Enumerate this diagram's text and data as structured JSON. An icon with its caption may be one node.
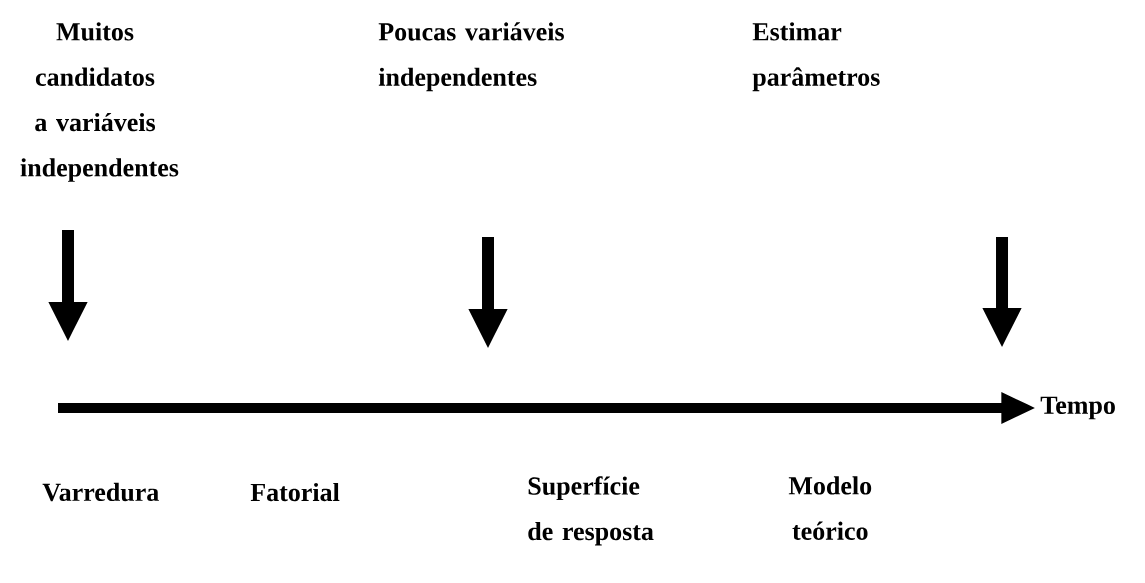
{
  "diagram": {
    "labels": [
      "Muitos candidatos a variáveis independentes",
      "Poucas variáveis independentes",
      "Estimar parâmetros",
      "Tempo",
      "Varredura",
      "Fatorial",
      "Superfície de resposta",
      "Modelo teórico"
    ]
  }
}
